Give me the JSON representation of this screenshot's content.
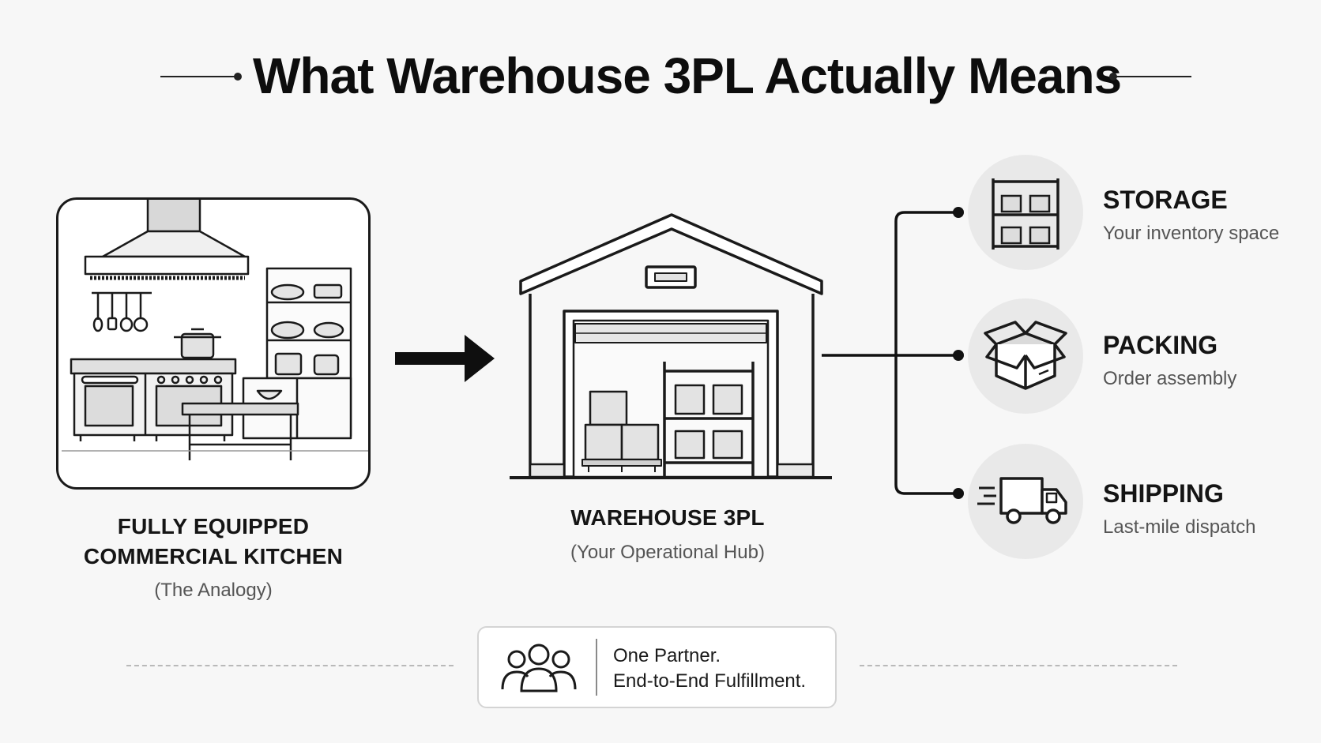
{
  "title": "What Warehouse 3PL Actually Means",
  "kitchen": {
    "caption_line1": "FULLY EQUIPPED",
    "caption_line2": "COMMERCIAL KITCHEN",
    "subcaption": "(The Analogy)"
  },
  "warehouse": {
    "caption": "WAREHOUSE 3PL",
    "subcaption": "(Your Operational Hub)"
  },
  "services": [
    {
      "title": "STORAGE",
      "subtitle": "Your inventory space",
      "icon": "shelving-icon"
    },
    {
      "title": "PACKING",
      "subtitle": "Order assembly",
      "icon": "open-box-icon"
    },
    {
      "title": "SHIPPING",
      "subtitle": "Last-mile dispatch",
      "icon": "delivery-truck-icon"
    }
  ],
  "badge": {
    "line1": "One Partner.",
    "line2": "End-to-End Fulfillment.",
    "icon": "team-icon"
  },
  "colors": {
    "background": "#f7f7f7",
    "ink": "#111111",
    "circle_fill": "#e9e9e9",
    "muted_text": "#555555"
  }
}
